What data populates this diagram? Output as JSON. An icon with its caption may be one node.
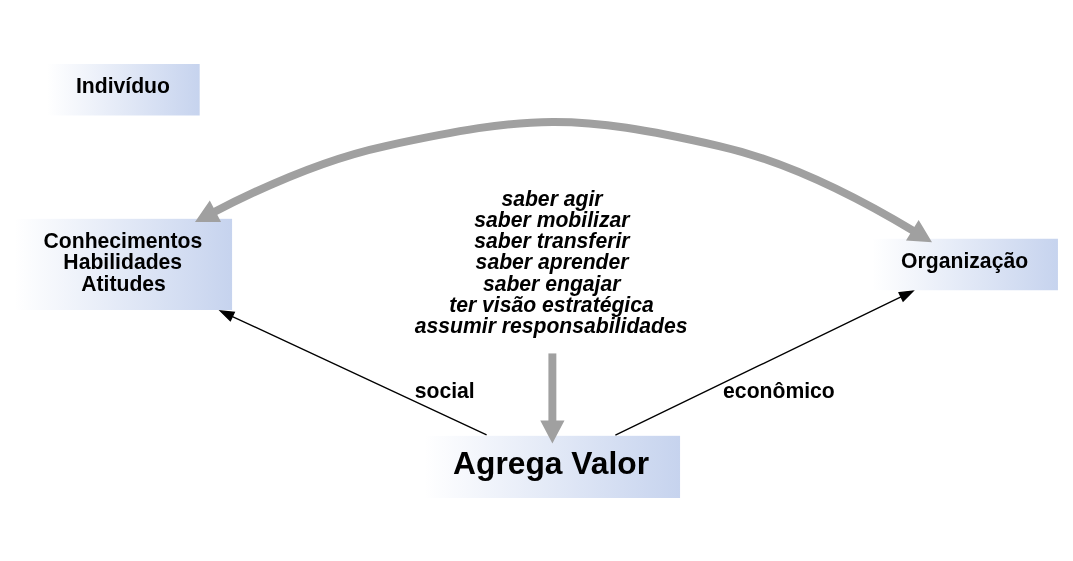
{
  "diagram": {
    "nodes": [
      {
        "text": [
          "Indivíduo"
        ]
      },
      {
        "text": [
          "Conhecimentos Habilidades Atitudes"
        ]
      },
      {
        "text": [
          "Organização"
        ]
      },
      {
        "text": [
          "saber agir",
          "saber mobilizar",
          "saber transferir",
          "saber aprender",
          "saber engajar",
          "ter visão estratégica",
          "assumir responsabilidades"
        ]
      },
      {
        "text": [
          "Agrega Valor"
        ]
      }
    ],
    "edges": [
      {
        "from": 1,
        "to": 2,
        "arrow": "both",
        "style": "thick"
      },
      {
        "from": 3,
        "to": 4,
        "arrow": "to",
        "style": "thick"
      },
      {
        "from": 4,
        "to": 1,
        "arrow": "to",
        "label": "social",
        "color": "#000000"
      },
      {
        "from": 4,
        "to": 2,
        "arrow": "to",
        "label": "econômico",
        "color": "#000000"
      }
    ]
  }
}
